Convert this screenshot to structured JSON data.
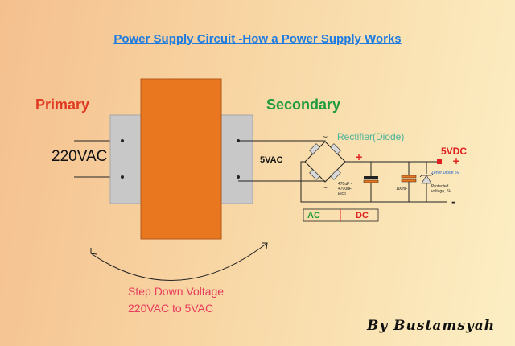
{
  "title": "Power Supply Circuit -How a Power Supply Works",
  "primary_label": "Primary",
  "secondary_label": "Secondary",
  "input_voltage": "220VAC",
  "output_ac_voltage": "5VAC",
  "rectifier_label": "Rectifier(Diode)",
  "output_dc_label": "5VDC",
  "capacitor1_label": "470uF - 4700uF Elco",
  "capacitor2_label": "100nF",
  "zener_label": "Zener Diode 5V",
  "zener_note": "Protected voltage, 5V",
  "ac_label": "AC",
  "dc_label": "DC",
  "step_down_line1": "Step Down Voltage",
  "step_down_line2": "220VAC to 5VAC",
  "author": "By Bustamsyah",
  "colors": {
    "core": "#e8771f",
    "winding": "#c7c7c7",
    "primary_label": "#e03a22",
    "secondary_label": "#1f9a3c",
    "title": "#1e7be0"
  }
}
